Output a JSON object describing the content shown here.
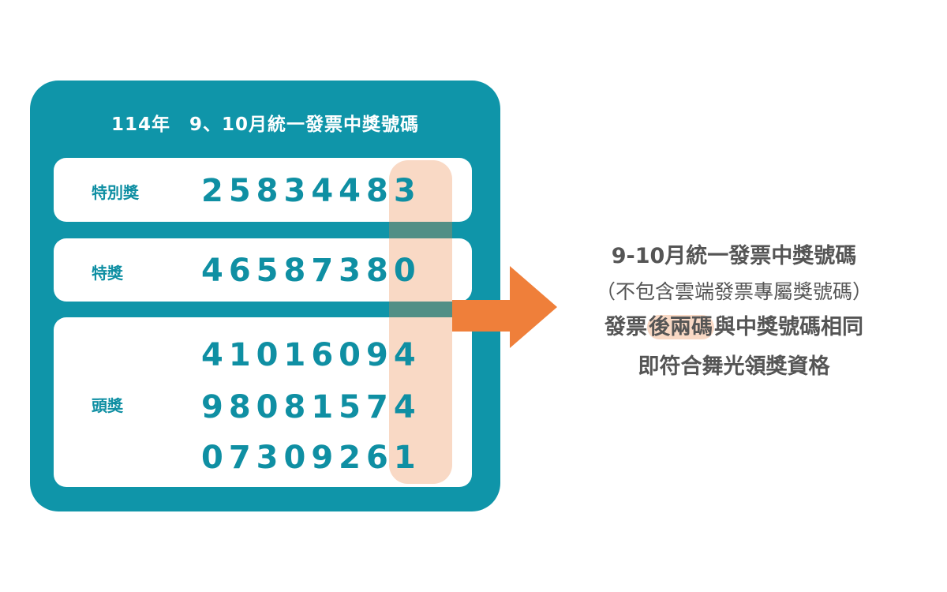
{
  "card": {
    "title": "114年　9、10月統一發票中獎號碼",
    "prizes": [
      {
        "label": "特別獎",
        "numbers": [
          "25834483"
        ]
      },
      {
        "label": "特獎",
        "numbers": [
          "46587380"
        ]
      },
      {
        "label": "頭獎",
        "numbers": [
          "41016094",
          "98081574",
          "07309261"
        ]
      }
    ]
  },
  "description": {
    "line1": "9-10月統一發票中獎號碼",
    "line2": "（不包含雲端發票專屬獎號碼）",
    "line3_pre": "發票",
    "line3_mark": "後兩碼",
    "line3_post": "與中獎號碼相同",
    "line4": "即符合舞光領獎資格"
  },
  "colors": {
    "teal": "#0f95a9",
    "orange": "#ef7f3a",
    "highlight": "#f9d9c5",
    "text": "#555555"
  }
}
